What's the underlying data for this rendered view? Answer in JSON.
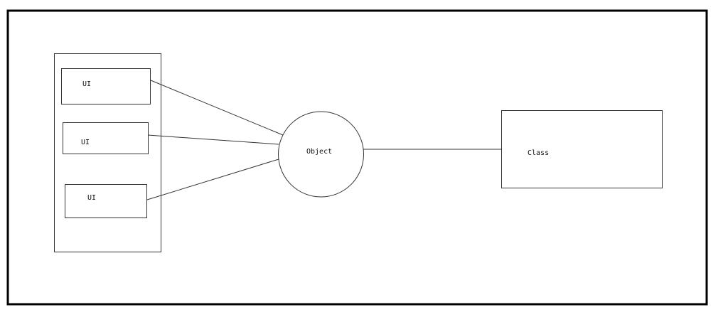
{
  "diagram": {
    "ui_boxes": [
      {
        "label": "UI"
      },
      {
        "label": "UI"
      },
      {
        "label": "UI"
      }
    ],
    "object": {
      "label": "Object"
    },
    "class": {
      "label": "Class"
    }
  }
}
